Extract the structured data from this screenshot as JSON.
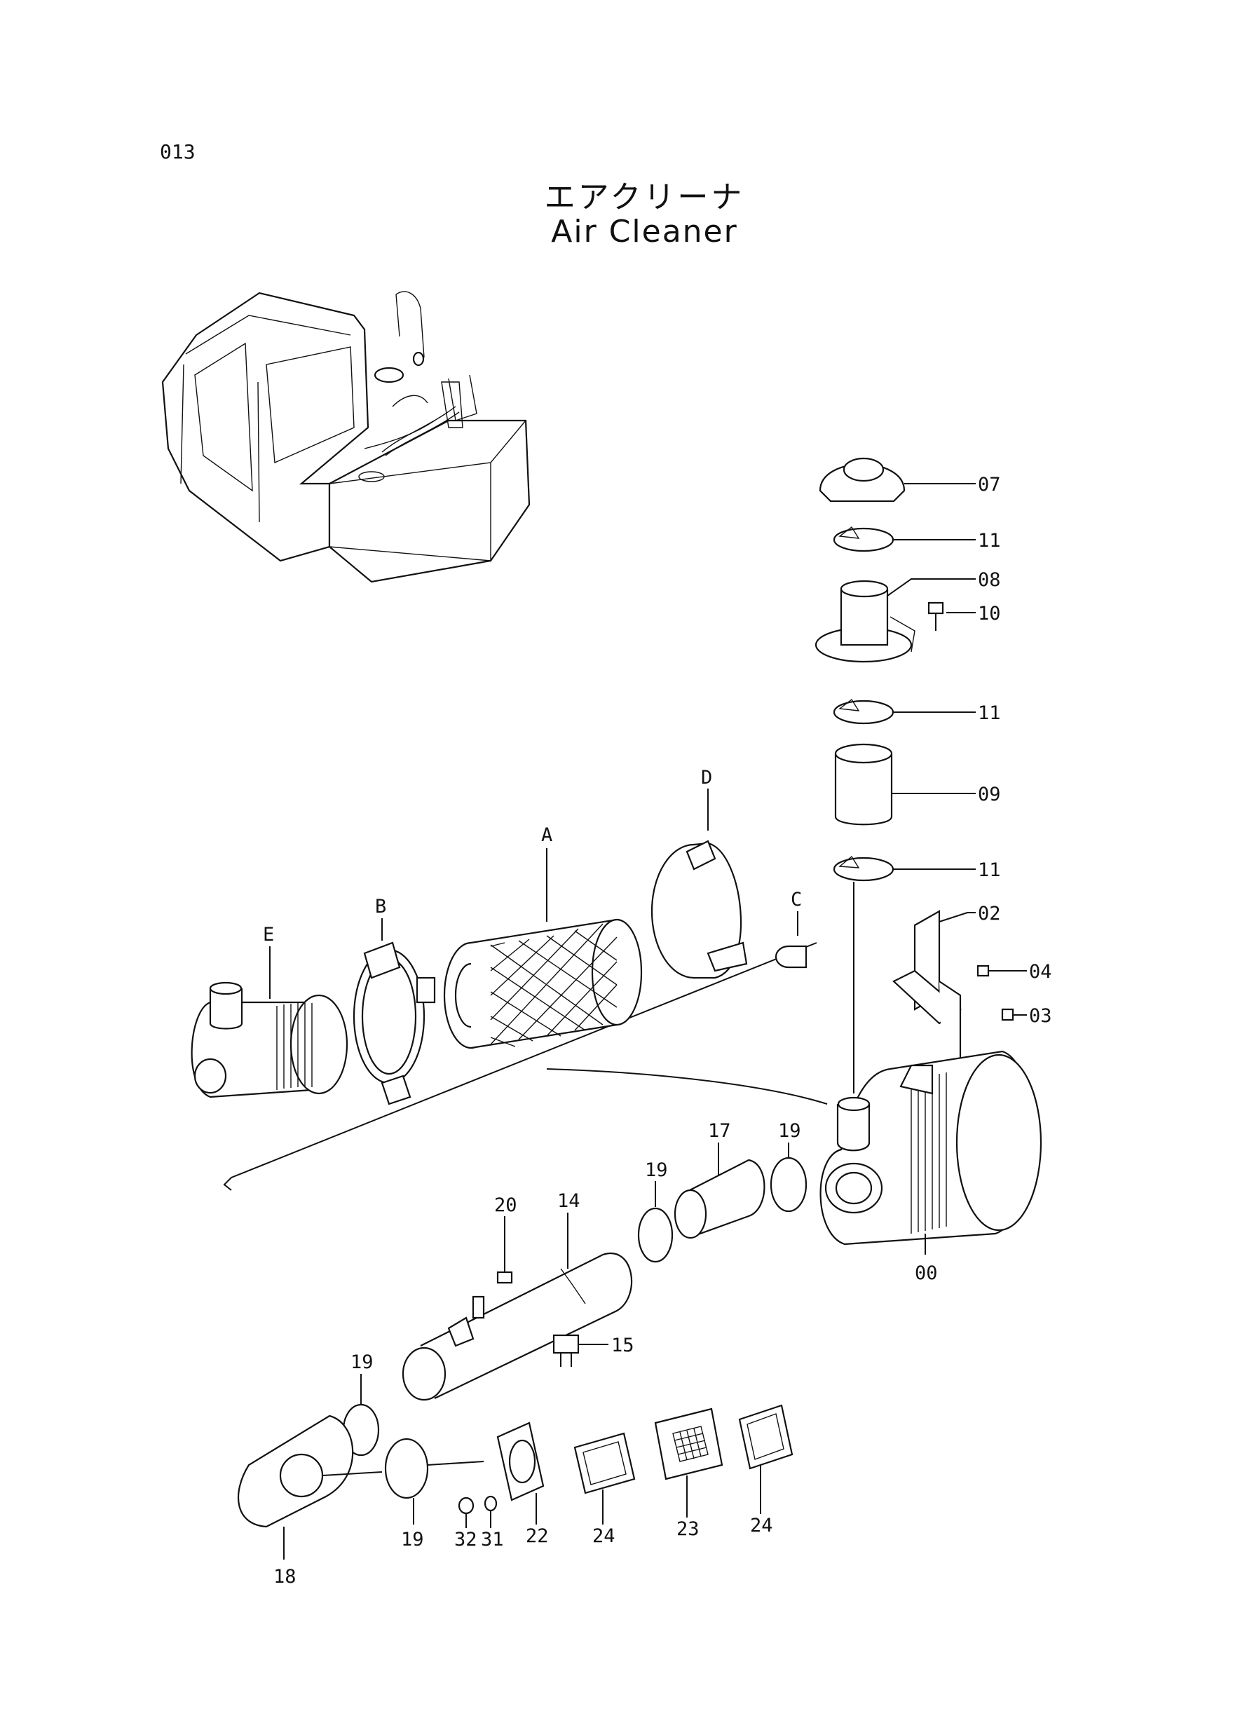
{
  "page_number": "013",
  "title_jp": "エアクリーナ",
  "title_en": "Air Cleaner",
  "callouts": {
    "p07": "07",
    "p11a": "11",
    "p08": "08",
    "p10": "10",
    "p11b": "11",
    "p09": "09",
    "p11c": "11",
    "p02": "02",
    "p04": "04",
    "p03": "03",
    "pD": "D",
    "pA": "A",
    "pC": "C",
    "pB": "B",
    "pE": "E",
    "p00": "00",
    "p19a": "19",
    "p17": "17",
    "p19b": "19",
    "p20": "20",
    "p14": "14",
    "p15": "15",
    "p19c": "19",
    "p18": "18",
    "p19d": "19",
    "p32": "32",
    "p31": "31",
    "p22": "22",
    "p24a": "24",
    "p23": "23",
    "p24b": "24"
  }
}
